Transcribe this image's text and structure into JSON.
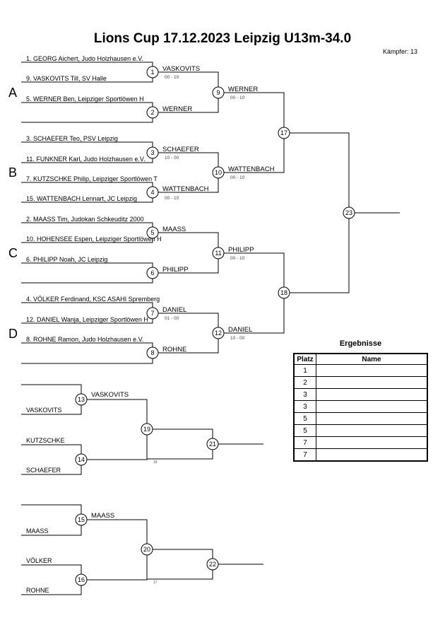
{
  "title": "Lions Cup  17.12.2023  Leipzig   U13m-34.0",
  "fighter_count": "Kämpfer: 13",
  "groups": [
    "A",
    "B",
    "C",
    "D"
  ],
  "entries": [
    "1. GEORG Aichert, Judo Holzhausen e.V.",
    "9. VASKOVITS  Till, SV Halle",
    "5. WERNER Ben, Leipziger Sportlöwen H",
    "3. SCHAEFER Teo, PSV Leipzig",
    "11. FUNKNER Karl, Judo Holzhausen e.V.",
    "7. KUTZSCHKE Philip, Leipziger Sportlöwen T",
    "15. WATTENBACH Lennart, JC Leipzig",
    "2. MAASS Tim, Judokan Schkeuditz 2000",
    "10. HOHENSEE Espen, Leipziger Sportlöwen H",
    "6. PHILIPP Noah, JC Leipzig",
    "4. VÖLKER Ferdinand, KSC ASAHI Spremberg",
    "12. DANIEL Wanja, Leipziger Sportlöwen H",
    "8. ROHNE Ramon, Judo Holzhausen e.V."
  ],
  "matches": {
    "m1": {
      "num": "1",
      "winner": "VASKOVITS",
      "score": "00 - 10"
    },
    "m2": {
      "num": "2",
      "winner": "WERNER",
      "score": ""
    },
    "m3": {
      "num": "3",
      "winner": "SCHAEFER",
      "score": "10 - 00"
    },
    "m4": {
      "num": "4",
      "winner": "WATTENBACH",
      "score": "00 - 10"
    },
    "m5": {
      "num": "5",
      "winner": "MAASS",
      "score": ""
    },
    "m6": {
      "num": "6",
      "winner": "PHILIPP",
      "score": ""
    },
    "m7": {
      "num": "7",
      "winner": "DANIEL",
      "score": "01 - 00"
    },
    "m8": {
      "num": "8",
      "winner": "ROHNE",
      "score": ""
    },
    "m9": {
      "num": "9",
      "winner": "WERNER",
      "score": "00 - 10"
    },
    "m10": {
      "num": "10",
      "winner": "WATTENBACH",
      "score": "00 - 10"
    },
    "m11": {
      "num": "11",
      "winner": "PHILIPP",
      "score": "00 - 10"
    },
    "m12": {
      "num": "12",
      "winner": "DANIEL",
      "score": "10 - 00"
    },
    "m17": {
      "num": "17"
    },
    "m18": {
      "num": "18"
    },
    "m23": {
      "num": "23"
    }
  },
  "repechage": {
    "r13": {
      "num": "13",
      "winner": "VASKOVITS",
      "slot_bottom": "VASKOVITS"
    },
    "r14": {
      "num": "14",
      "slot_top": "KUTZSCHKE",
      "slot_bottom": "SCHAEFER"
    },
    "r19": {
      "num": "19",
      "note": "18"
    },
    "r21": {
      "num": "21"
    },
    "r15": {
      "num": "15",
      "winner": "MAASS",
      "slot_bottom": "MAASS"
    },
    "r16": {
      "num": "16",
      "slot_top": "VÖLKER",
      "slot_bottom": "ROHNE"
    },
    "r20": {
      "num": "20",
      "note": "17"
    },
    "r22": {
      "num": "22"
    }
  },
  "results": {
    "title": "Ergebnisse",
    "col_place": "Platz",
    "col_name": "Name",
    "places": [
      "1",
      "2",
      "3",
      "3",
      "5",
      "5",
      "7",
      "7"
    ]
  }
}
